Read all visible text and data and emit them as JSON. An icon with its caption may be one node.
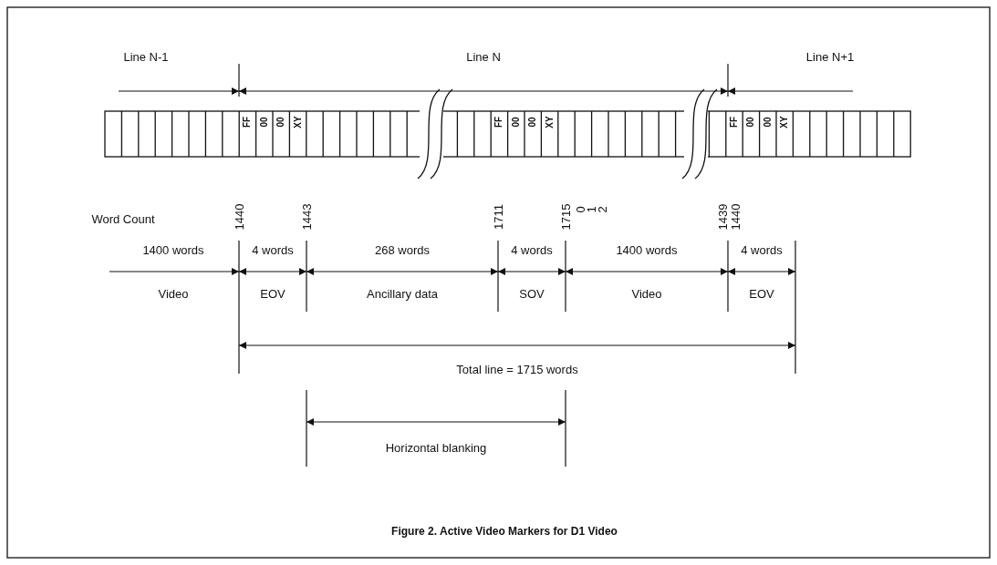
{
  "diagram": {
    "caption": "Figure 2. Active Video Markers for D1 Video",
    "labels": [
      "Line N-1",
      "Line N",
      "Line N+1",
      "FF",
      "00",
      "00",
      "XY",
      "FF",
      "00",
      "00",
      "XY",
      "FF",
      "00",
      "00",
      "XY",
      "Word Count",
      "1440",
      "1443",
      "1711",
      "1715",
      "0",
      "1",
      "2",
      "1439",
      "1440",
      "1400 words",
      "4 words",
      "268 words",
      "4 words",
      "1400 words",
      "4 words",
      "Video",
      "EOV",
      "Ancillary data",
      "SOV",
      "Video",
      "EOV",
      "Total line = 1715 words",
      "Horizontal blanking"
    ]
  }
}
